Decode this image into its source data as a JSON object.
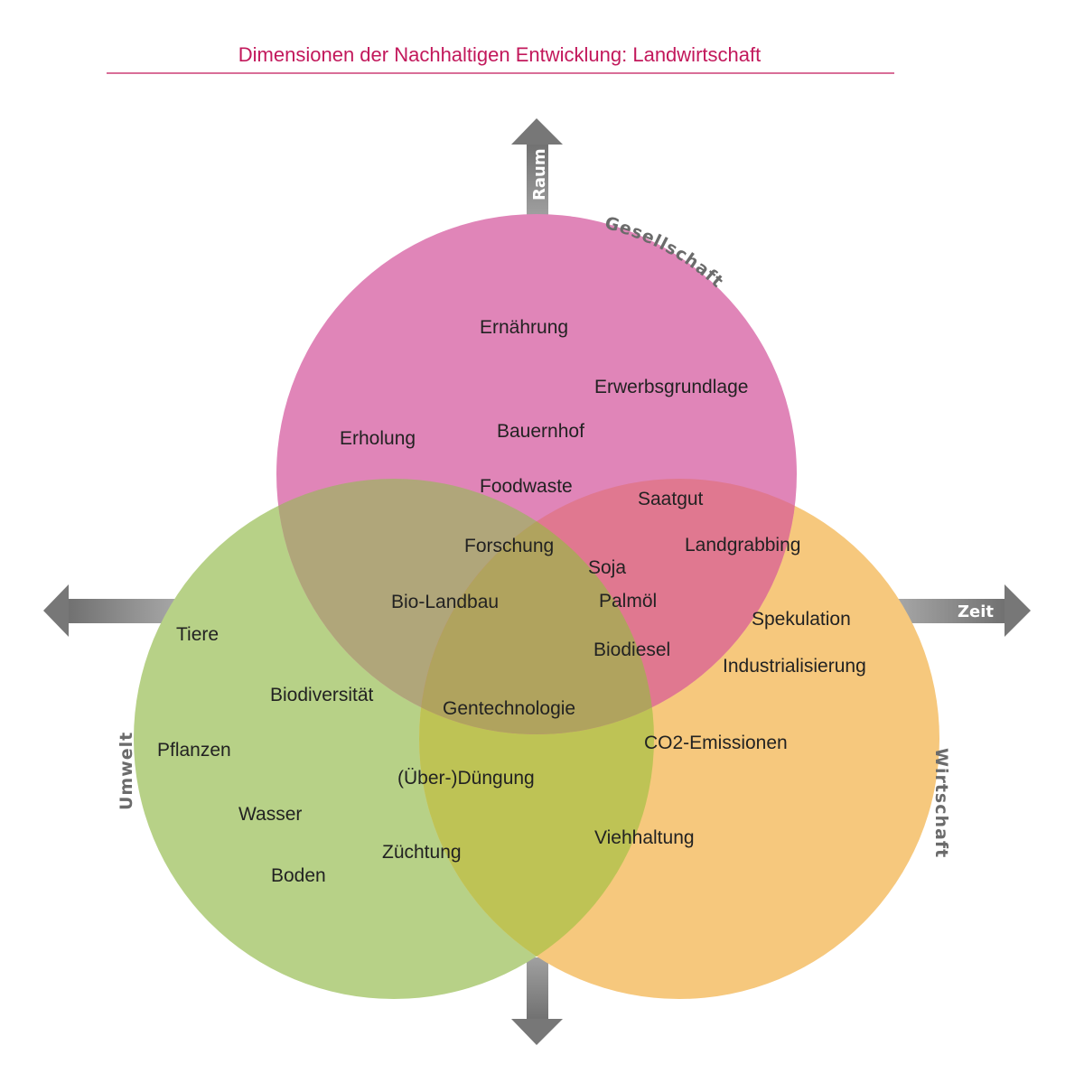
{
  "title": "Dimensionen der Nachhaltigen Entwicklung: Landwirtschaft",
  "colors": {
    "title": "#c2185b",
    "gesellschaft": "#e085b8",
    "umwelt": "#b7d187",
    "wirtschaft": "#f6c87d",
    "gesellschaft_umwelt": "#b0a67a",
    "gesellschaft_wirtschaft": "#e07890",
    "umwelt_wirtschaft": "#bec355",
    "all_three": "#b0a35e",
    "arrow": "#808080"
  },
  "axes": {
    "up": "Raum",
    "right": "Zeit"
  },
  "dimensions": {
    "gesellschaft": "Gesellschaft",
    "umwelt": "Umwelt",
    "wirtschaft": "Wirtschaft"
  },
  "terms": {
    "ernaehrung": "Ernährung",
    "erwerbsgrundlage": "Erwerbsgrundlage",
    "erholung": "Erholung",
    "bauernhof": "Bauernhof",
    "foodwaste": "Foodwaste",
    "saatgut": "Saatgut",
    "forschung": "Forschung",
    "landgrabbing": "Landgrabbing",
    "soja": "Soja",
    "bio_landbau": "Bio-Landbau",
    "palmoel": "Palmöl",
    "spekulation": "Spekulation",
    "tiere": "Tiere",
    "biodiesel": "Biodiesel",
    "industrialisierung": "Industrialisierung",
    "biodiversitaet": "Biodiversität",
    "gentechnologie": "Gentechnologie",
    "co2": "CO2-Emissionen",
    "pflanzen": "Pflanzen",
    "duengung": "(Über-)Düngung",
    "wasser": "Wasser",
    "viehhaltung": "Viehhaltung",
    "zuechtung": "Züchtung",
    "boden": "Boden"
  }
}
